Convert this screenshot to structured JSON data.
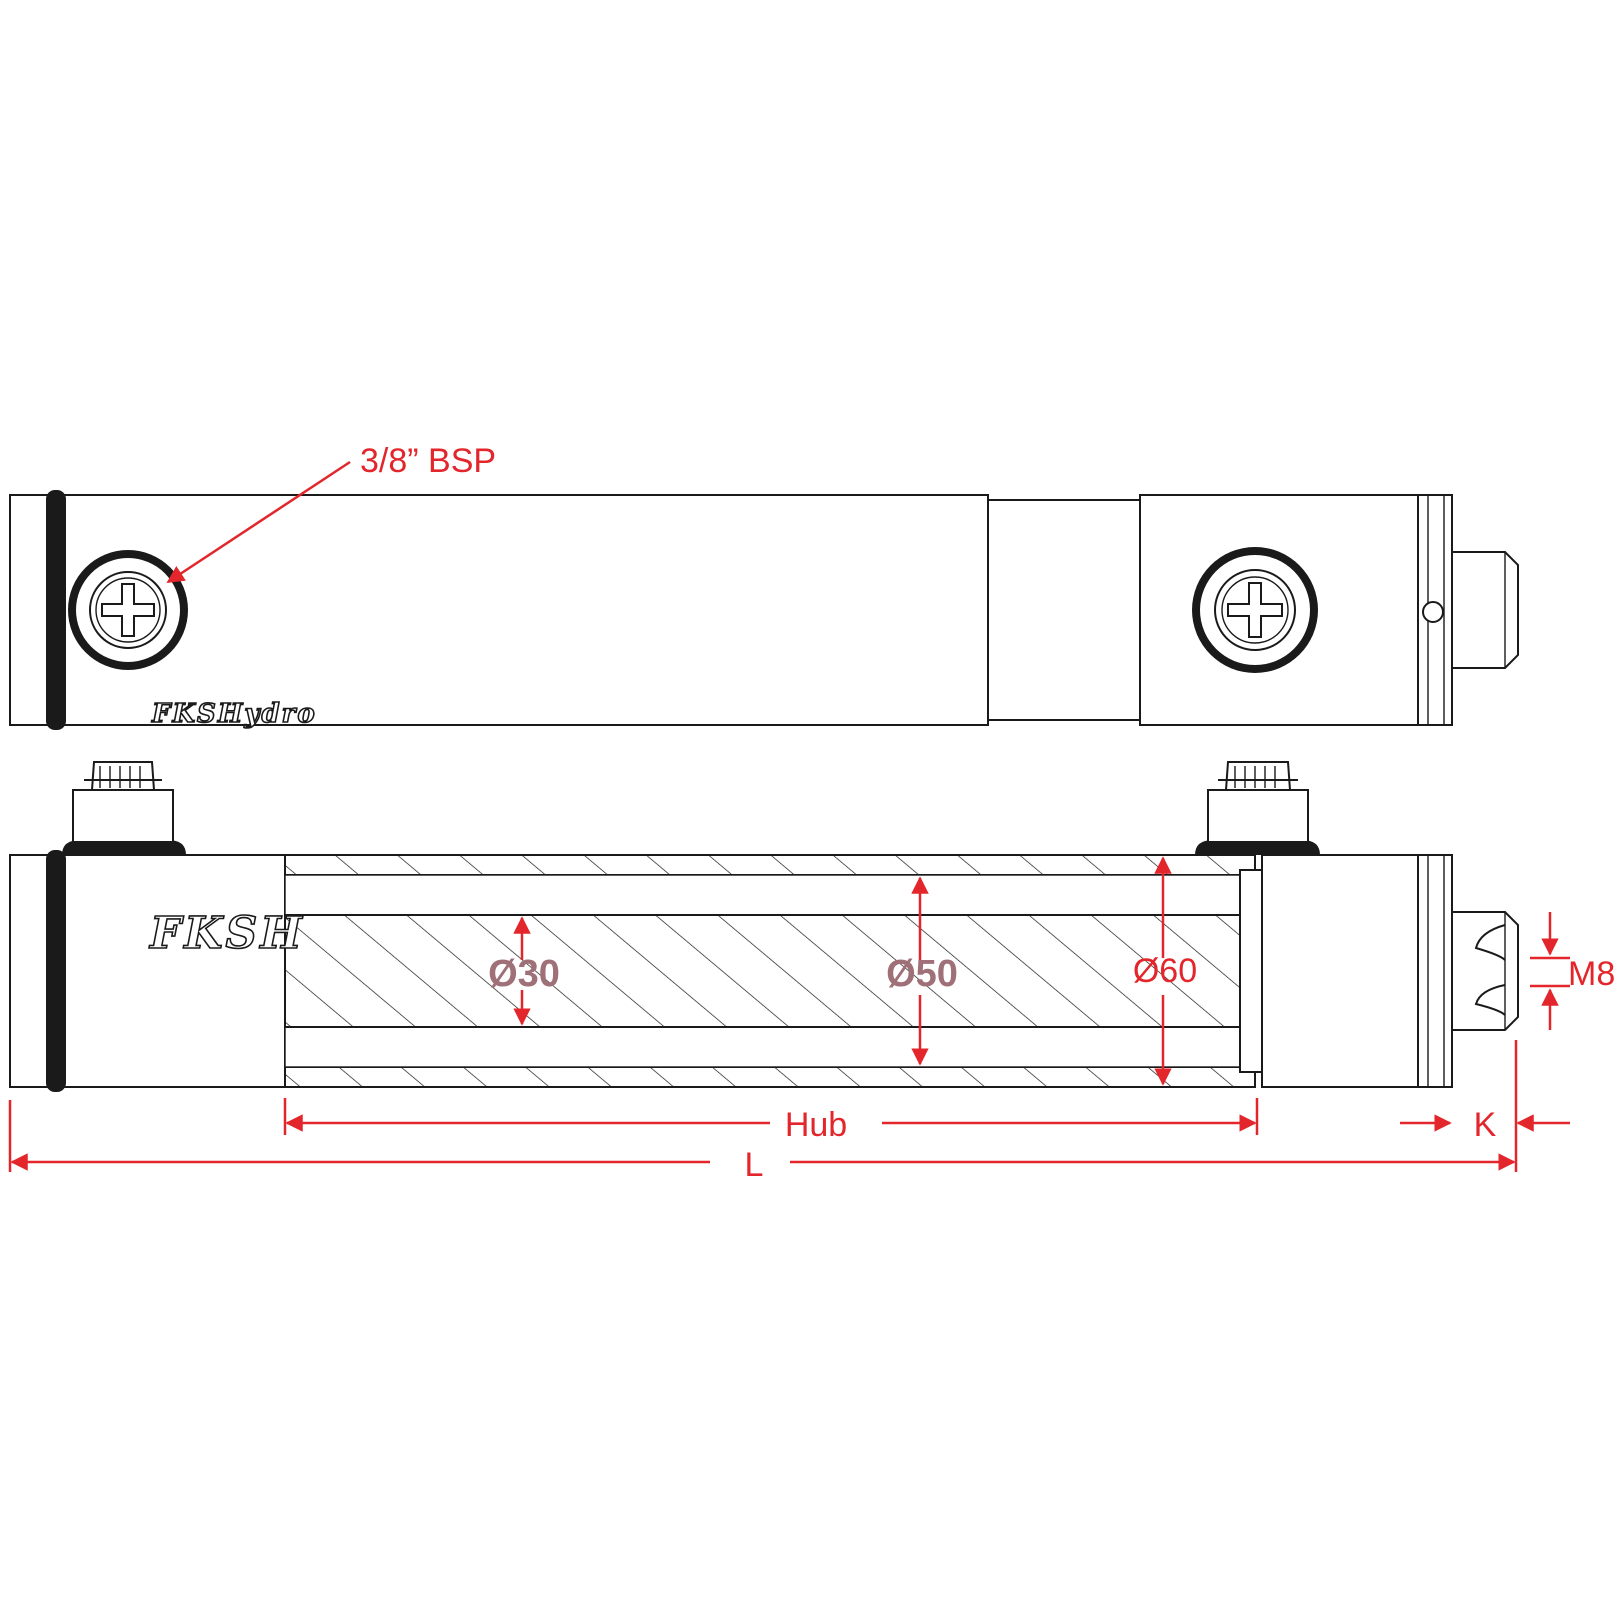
{
  "labels": {
    "port": "3/8” BSP",
    "rod_diameter": "Ø30",
    "bore_diameter": "Ø50",
    "outer_diameter": "Ø60",
    "thread": "M8",
    "stroke": "Hub",
    "rod_extension": "K",
    "total_length": "L"
  },
  "brand": {
    "logo_top": "FKSHydro",
    "logo_section": "FKSH"
  },
  "colors": {
    "dimension": "#e3262b",
    "diameter_text": "#a07078",
    "outline": "#1a1a1a"
  }
}
